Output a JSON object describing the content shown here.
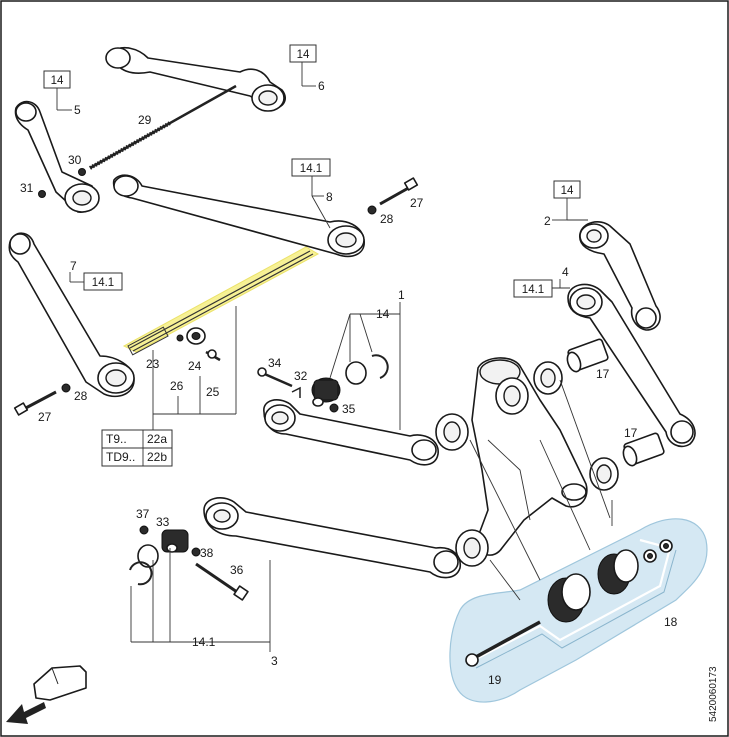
{
  "diagram": {
    "drawing_number": "5420060173",
    "labels": {
      "box_14_a": "14",
      "box_14_b": "14",
      "box_14_c": "14",
      "box_141_a": "14.1",
      "box_141_b": "14.1",
      "box_141_c": "14.1",
      "n1": "1",
      "n2": "2",
      "n3": "3",
      "n4": "4",
      "n5": "5",
      "n6": "6",
      "n7": "7",
      "n8": "8",
      "n14": "14",
      "n141": "14.1",
      "n17a": "17",
      "n17b": "17",
      "n18": "18",
      "n19": "19",
      "n23": "23",
      "n24": "24",
      "n25": "25",
      "n26": "26",
      "n27a": "27",
      "n27b": "27",
      "n28a": "28",
      "n28b": "28",
      "n29": "29",
      "n30": "30",
      "n31": "31",
      "n32": "32",
      "n33": "33",
      "n34": "34",
      "n35": "35",
      "n36": "36",
      "n37": "37",
      "n38": "38"
    },
    "variant_table": {
      "rows": [
        {
          "model": "T9..",
          "part": "22a"
        },
        {
          "model": "TD9..",
          "part": "22b"
        }
      ]
    },
    "colors": {
      "highlight": "#f7f08a",
      "kit_background": "#d5e8f3"
    }
  }
}
